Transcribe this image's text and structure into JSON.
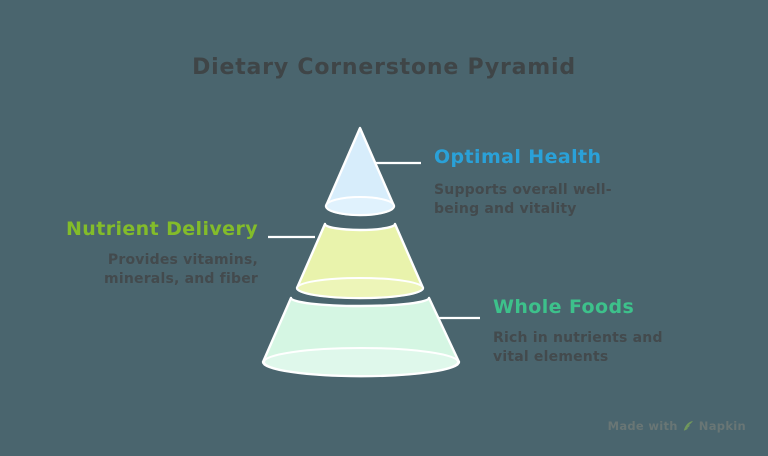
{
  "canvas": {
    "background": "#4a656e"
  },
  "title": {
    "text": "Dietary Cornerstone Pyramid",
    "color": "#3f4547"
  },
  "text_color": "#434a4d",
  "pyramid": {
    "tiers": [
      {
        "name": "top",
        "fill": "#d7edfb",
        "base_fill": "#e0f2fd"
      },
      {
        "name": "middle",
        "fill": "#e9f3ac",
        "base_fill": "#edf5b8"
      },
      {
        "name": "bottom",
        "fill": "#d5f6e3",
        "base_fill": "#dff8eb"
      }
    ]
  },
  "sections": [
    {
      "id": "optimal-health",
      "label": "Optimal Health",
      "label_color": "#2aa1d8",
      "desc": "Supports overall well-being and vitality",
      "side": "right"
    },
    {
      "id": "nutrient-delivery",
      "label": "Nutrient Delivery",
      "label_color": "#83bc2a",
      "desc": "Provides vitamins, minerals, and fiber",
      "side": "left"
    },
    {
      "id": "whole-foods",
      "label": "Whole Foods",
      "label_color": "#3dc18b",
      "desc": "Rich in nutrients and vital elements",
      "side": "right"
    }
  ],
  "watermark": {
    "prefix": "Made with",
    "brand": "Napkin",
    "color": "#697675",
    "icon": "napkin-pen-icon",
    "icon_color": "#71985c"
  }
}
